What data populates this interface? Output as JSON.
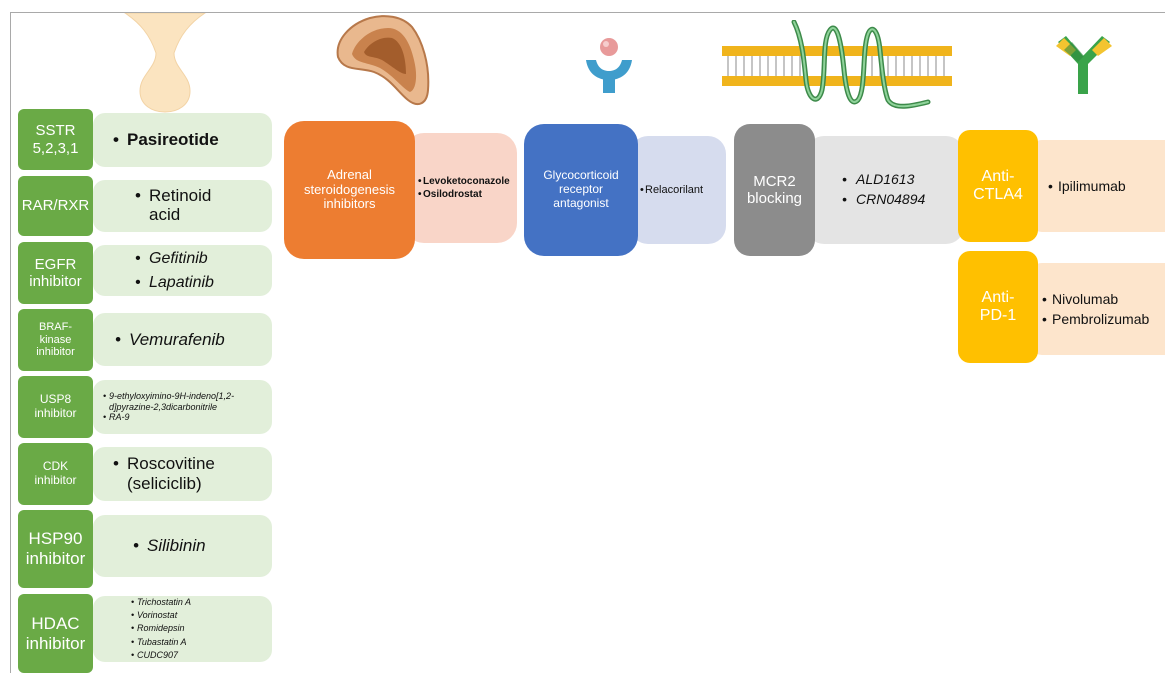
{
  "left_column": [
    {
      "label": "SSTR\n5,2,3,1",
      "drugs": [
        "Pasireotide"
      ],
      "style": "bold"
    },
    {
      "label": "RAR/RXR",
      "drugs": [
        "Retinoid\nacid"
      ],
      "style": "normal"
    },
    {
      "label": "EGFR\ninhibitor",
      "drugs": [
        "Gefitinib",
        "Lapatinib"
      ],
      "style": "italic"
    },
    {
      "label": "BRAF-\nkinase\ninhibitor",
      "drugs": [
        "Vemurafenib"
      ],
      "style": "italic"
    },
    {
      "label": "USP8\ninhibitor",
      "drugs": [
        "9-ethyloxyimino-9H-indeno[1,2-d]pyrazine-2,3dicarbonitrile",
        "RA-9"
      ],
      "style": "italic"
    },
    {
      "label": "CDK\ninhibitor",
      "drugs": [
        "Roscovitine\n(seliciclib)"
      ],
      "style": "normal"
    },
    {
      "label": "HSP90\ninhibitor",
      "drugs": [
        "Silibinin"
      ],
      "style": "italic"
    },
    {
      "label": "HDAC\ninhibitor",
      "drugs": [
        "Trichostatin A",
        "Vorinostat",
        "Romidepsin",
        "Tubastatin A",
        "CUDC907"
      ],
      "style": "italic"
    }
  ],
  "top_row": [
    {
      "label": "Adrenal\nsteroidogenesis\ninhibitors",
      "drugs": [
        "Levoketoconazole",
        "Osilodrostat"
      ],
      "color": "#ed7d31",
      "panel_color": "#f9d5c8"
    },
    {
      "label": "Glycocorticoid\nreceptor\nantagonist",
      "drugs": [
        "Relacorilant"
      ],
      "color": "#4472c4",
      "panel_color": "#d6dcee"
    },
    {
      "label": "MCR2\nblocking",
      "drugs": [
        "ALD1613",
        "CRN04894"
      ],
      "color": "#8c8c8c",
      "panel_color": "#e4e4e4"
    }
  ],
  "right_column": [
    {
      "label": "Anti-\nCTLA4",
      "drugs": [
        "Ipilimumab"
      ],
      "color": "#ffc000",
      "panel_color": "#fde5cc"
    },
    {
      "label": "Anti-\nPD-1",
      "drugs": [
        "Nivolumab",
        "Pembrolizumab"
      ],
      "color": "#ffc000",
      "panel_color": "#fde5cc"
    }
  ],
  "colors": {
    "green_box": "#6aaa46",
    "green_panel": "#e2efda"
  },
  "icons": [
    "pituitary-icon",
    "adrenal-gland-icon",
    "receptor-icon",
    "membrane-receptor-icon",
    "antibody-icon"
  ]
}
